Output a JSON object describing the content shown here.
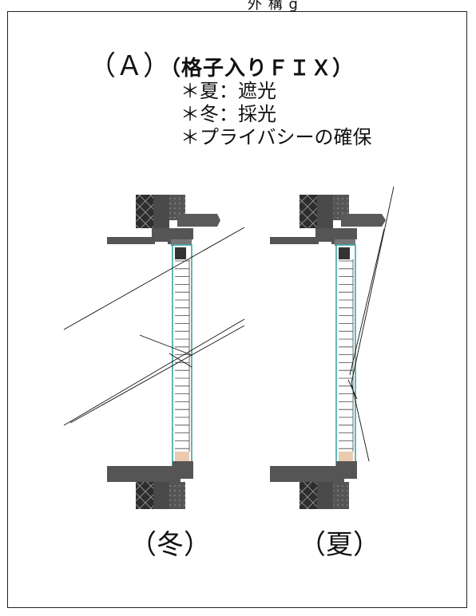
{
  "header_fragment": "外 構 g",
  "title": {
    "main": "（Ａ）",
    "sub": "（格子入りＦＩＸ）"
  },
  "notes": [
    "＊夏：遮光",
    "＊冬：採光",
    "＊プライバシーの確保"
  ],
  "captions": {
    "winter": "（冬）",
    "summer": "（夏）"
  },
  "colors": {
    "wall": "#4a4a4a",
    "insulation": "#2b2b2b",
    "glass": "#3aa6a0",
    "louver": "#ffffff",
    "sealant": "#e9c9b0"
  }
}
